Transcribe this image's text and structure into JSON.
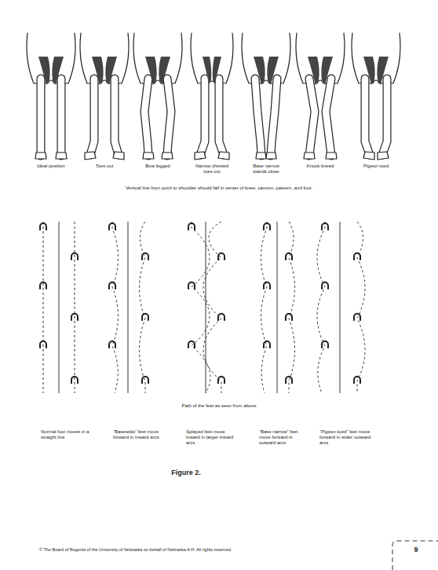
{
  "diagram": {
    "caption": "Figure 2.",
    "labels": [
      "Ideal position",
      "Toes out",
      "Bow legged",
      "Narrow chested toes out",
      "Base narrow stands close",
      "Knock kneed",
      "Pigeon toed",
      "Vertical line from point to shoulder should fall in center of knee, cannon, pastern, and foot.",
      "Path of the feet as seen from above",
      "Normal foot moves in a straight line",
      "“Basewide” feet move forward in inward arcs",
      "Splayed feet move inward in larger inward arcs",
      "“Base narrow” feet move forward in outward arcs",
      "“Pigeon-toed” feet move forward in wider outward arcs",
      "© The Board of Regents of the University of Nebraska on behalf of Nebraska 4-H. All rights reserved.",
      "9"
    ]
  }
}
